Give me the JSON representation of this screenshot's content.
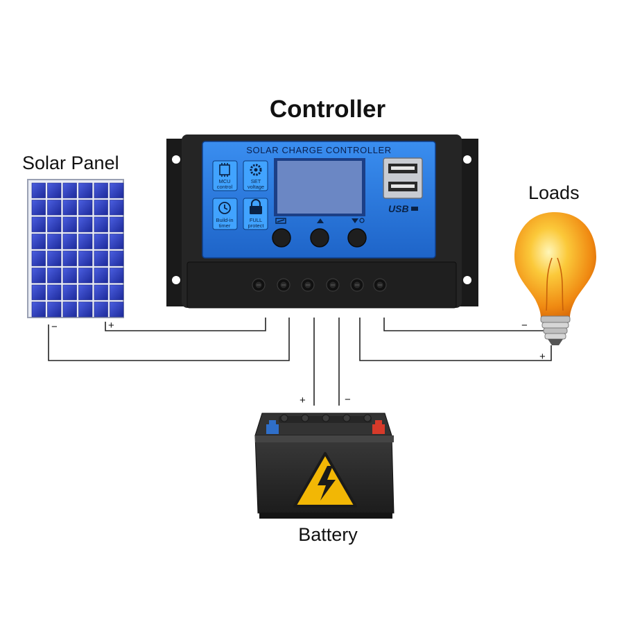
{
  "labels": {
    "title": "Controller",
    "solar_panel": "Solar Panel",
    "loads": "Loads",
    "battery": "Battery"
  },
  "controller": {
    "panel_title": "SOLAR CHARGE CONTROLLER",
    "usb_text": "USB",
    "buttons": [
      {
        "line1": "MCU",
        "line2": "control",
        "icon": "chip-icon"
      },
      {
        "line1": "SET",
        "line2": "voltage",
        "icon": "gear-icon"
      },
      {
        "line1": "Build-in",
        "line2": "timer",
        "icon": "clock-icon"
      },
      {
        "line1": "FULL",
        "line2": "protect",
        "icon": "lock-icon"
      }
    ]
  },
  "polarity": {
    "solar_negative": "−",
    "solar_positive": "+",
    "battery_positive": "+",
    "battery_negative": "−",
    "load_negative": "−",
    "load_positive": "+"
  },
  "colors": {
    "controller_blue": "#2f7fe0",
    "controller_body": "#232323",
    "lcd": "#6a84c0",
    "solar_cell": "#2b3fc4",
    "bulb": "#f5a51c",
    "battery_body": "#2b2b2b",
    "warning_yellow": "#f2b705",
    "terminal_red": "#d63a2a",
    "terminal_blue": "#2f6fc9"
  }
}
